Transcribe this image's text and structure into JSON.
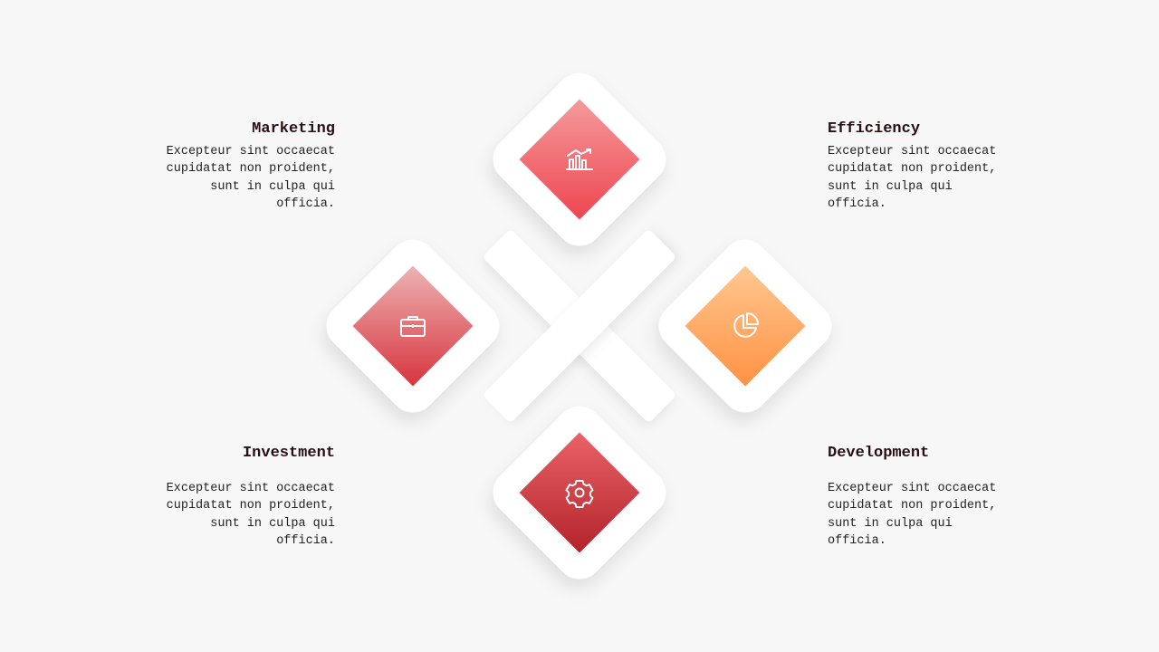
{
  "colors": {
    "background": "#f7f7f7",
    "card": "#ffffff",
    "red_light": "#f38b8e",
    "red": "#ee4a52",
    "pink_light": "#eaa7a8",
    "red_mid": "#db3f48",
    "orange_light": "#ffc08f",
    "orange": "#ff9a45",
    "crimson": "#e45a61",
    "crimson_dark": "#b8262c",
    "title": "#2a0f12"
  },
  "items": [
    {
      "key": "marketing",
      "title": "Marketing",
      "body": "Excepteur sint occaecat cupidatat non proident, sunt in culpa qui officia.",
      "icon": "briefcase-icon"
    },
    {
      "key": "efficiency",
      "title": "Efficiency",
      "body": "Excepteur sint occaecat cupidatat non proident, sunt in culpa qui officia.",
      "icon": "pie-chart-icon"
    },
    {
      "key": "investment",
      "title": "Investment",
      "body": "Excepteur sint occaecat cupidatat non proident, sunt in culpa qui officia.",
      "icon": "gear-icon"
    },
    {
      "key": "development",
      "title": "Development",
      "body": "Excepteur sint occaecat cupidatat non proident, sunt in culpa qui officia.",
      "icon": "chart-growth-icon"
    }
  ]
}
